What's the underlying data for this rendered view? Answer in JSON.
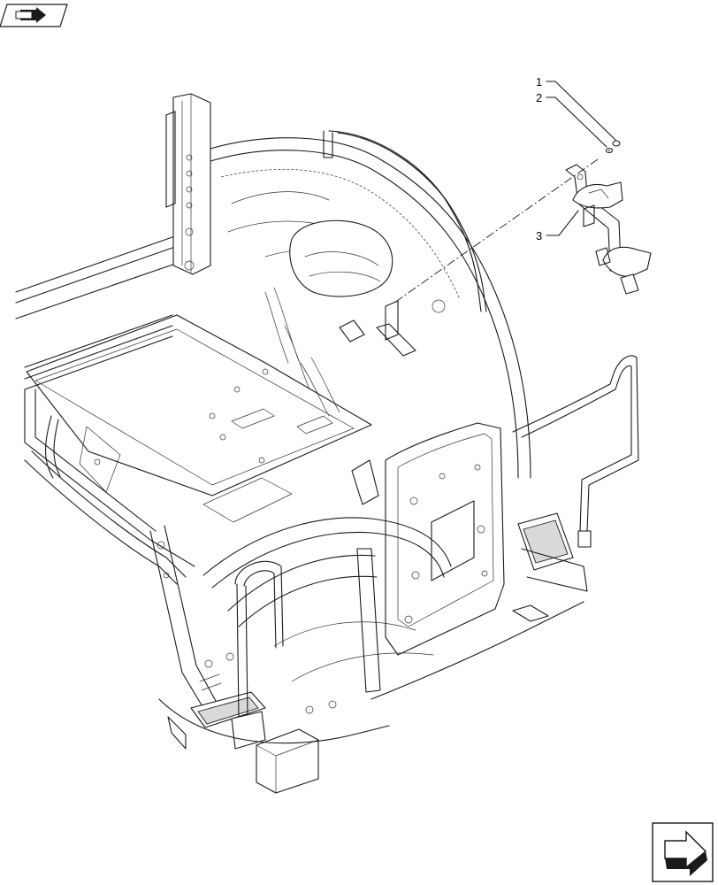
{
  "callouts": [
    {
      "id": "1",
      "label": "1"
    },
    {
      "id": "2",
      "label": "2"
    },
    {
      "id": "3",
      "label": "3"
    }
  ],
  "icons": {
    "top_left": "book-arrow-icon",
    "bottom_right": "next-page-arrow-icon"
  },
  "colors": {
    "line": "#1a1a1a",
    "background": "#ffffff"
  }
}
